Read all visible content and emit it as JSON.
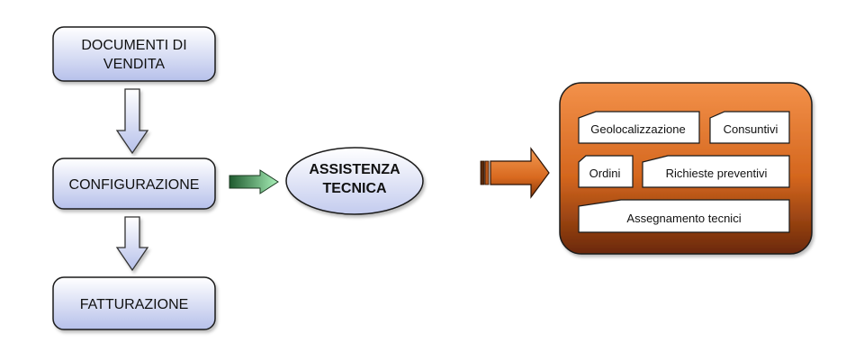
{
  "flow": {
    "boxes": [
      {
        "id": "documenti",
        "lines": [
          "DOCUMENTI DI",
          "VENDITA"
        ]
      },
      {
        "id": "configurazione",
        "lines": [
          "CONFIGURAZIONE"
        ]
      },
      {
        "id": "fatturazione",
        "lines": [
          "FATTURAZIONE"
        ]
      }
    ]
  },
  "center": {
    "lines": [
      "ASSISTENZA",
      "TECNICA"
    ]
  },
  "panel": {
    "cards": [
      {
        "id": "geolocalizzazione",
        "label": "Geolocalizzazione"
      },
      {
        "id": "consuntivi",
        "label": "Consuntivi"
      },
      {
        "id": "ordini",
        "label": "Ordini"
      },
      {
        "id": "richieste-preventivi",
        "label": "Richieste preventivi"
      },
      {
        "id": "assegnamento-tecnici",
        "label": "Assegnamento tecnici"
      }
    ]
  },
  "colors": {
    "box_fill_top": "#ffffff",
    "box_fill_bottom": "#b9c3ec",
    "green_dark": "#1e5a2e",
    "green_light": "#a8f0b8",
    "orange_light": "#f08a3a",
    "orange_dark": "#6a2a08"
  }
}
